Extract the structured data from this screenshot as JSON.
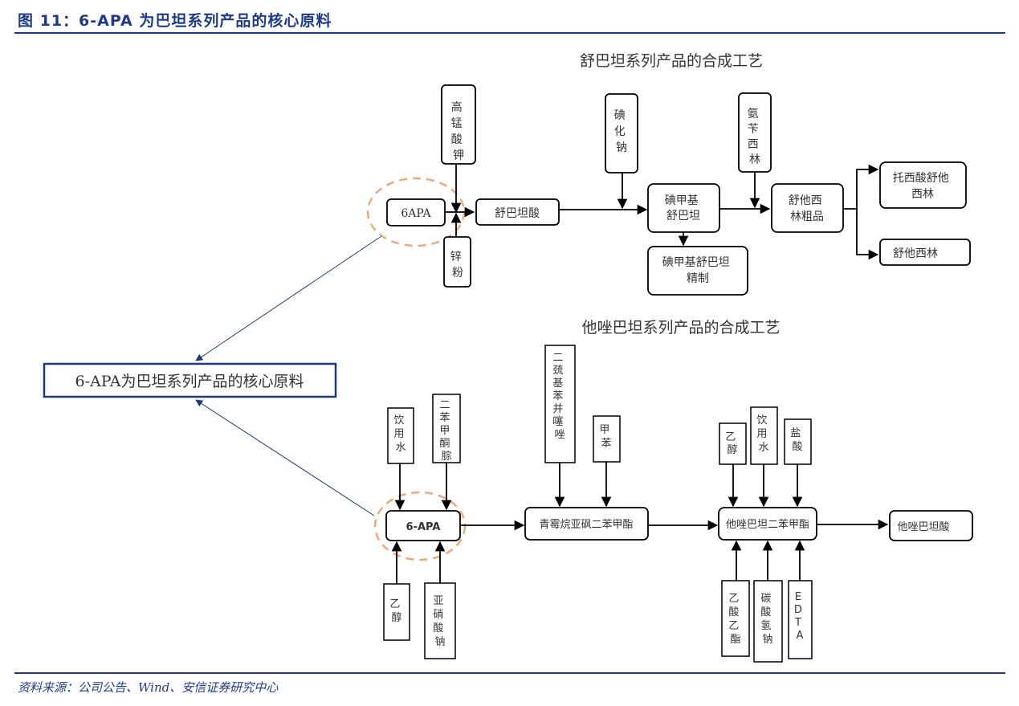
{
  "figure": {
    "title": "图 11：6-APA 为巴坦系列产品的核心原料",
    "source": "资料来源：公司公告、Wind、安信证券研究中心"
  },
  "core_label": "6-APA为巴坦系列产品的核心原料",
  "sulbactam": {
    "title": "舒巴坦系列产品的合成工艺",
    "nodes": {
      "apa": "6APA",
      "kmno4": [
        "高",
        "锰",
        "酸",
        "钾"
      ],
      "zinc": [
        "锌",
        "粉"
      ],
      "sulbactam_acid": "舒巴坦酸",
      "nai": [
        "碘",
        "化",
        "钠"
      ],
      "iodomethyl": [
        "碘甲基",
        "舒巴坦"
      ],
      "iodomethyl_refined": [
        "碘甲基舒巴坦",
        "精制"
      ],
      "amoxicillin": [
        "氨",
        "苄",
        "西",
        "林"
      ],
      "sultamicillin_crude": [
        "舒他西",
        "林粗品"
      ],
      "sultamicillin_tosylate": [
        "托西酸舒他",
        "西林"
      ],
      "sultamicillin": "舒他西林"
    }
  },
  "tazobactam": {
    "title": "他唑巴坦系列产品的合成工艺",
    "nodes": {
      "apa": "6-APA",
      "water1": [
        "饮",
        "用",
        "水"
      ],
      "benzophenone_hydrazone": [
        "二",
        "苯",
        "甲",
        "酮",
        "腙"
      ],
      "ethanol1": [
        "乙",
        "醇"
      ],
      "sodium_nitrite": [
        "亚",
        "硝",
        "酸",
        "钠"
      ],
      "mbt": [
        "二",
        "巯",
        "基",
        "苯",
        "并",
        "噻",
        "唑"
      ],
      "toluene": [
        "甲",
        "苯"
      ],
      "penicillin_sulfoxide": "青霉烷亚砜二苯甲酯",
      "ethanol2": [
        "乙",
        "醇"
      ],
      "water2": [
        "饮",
        "用",
        "水"
      ],
      "hcl": [
        "盐",
        "酸"
      ],
      "tazobactam_ester": "他唑巴坦二苯甲酯",
      "ethyl_acetate": [
        "乙",
        "酸",
        "乙",
        "酯"
      ],
      "sodium_bicarbonate": [
        "碳",
        "酸",
        "氢",
        "钠"
      ],
      "edta": [
        "E",
        "D",
        "T",
        "A"
      ],
      "tazobactam_acid": "他唑巴坦酸"
    }
  }
}
